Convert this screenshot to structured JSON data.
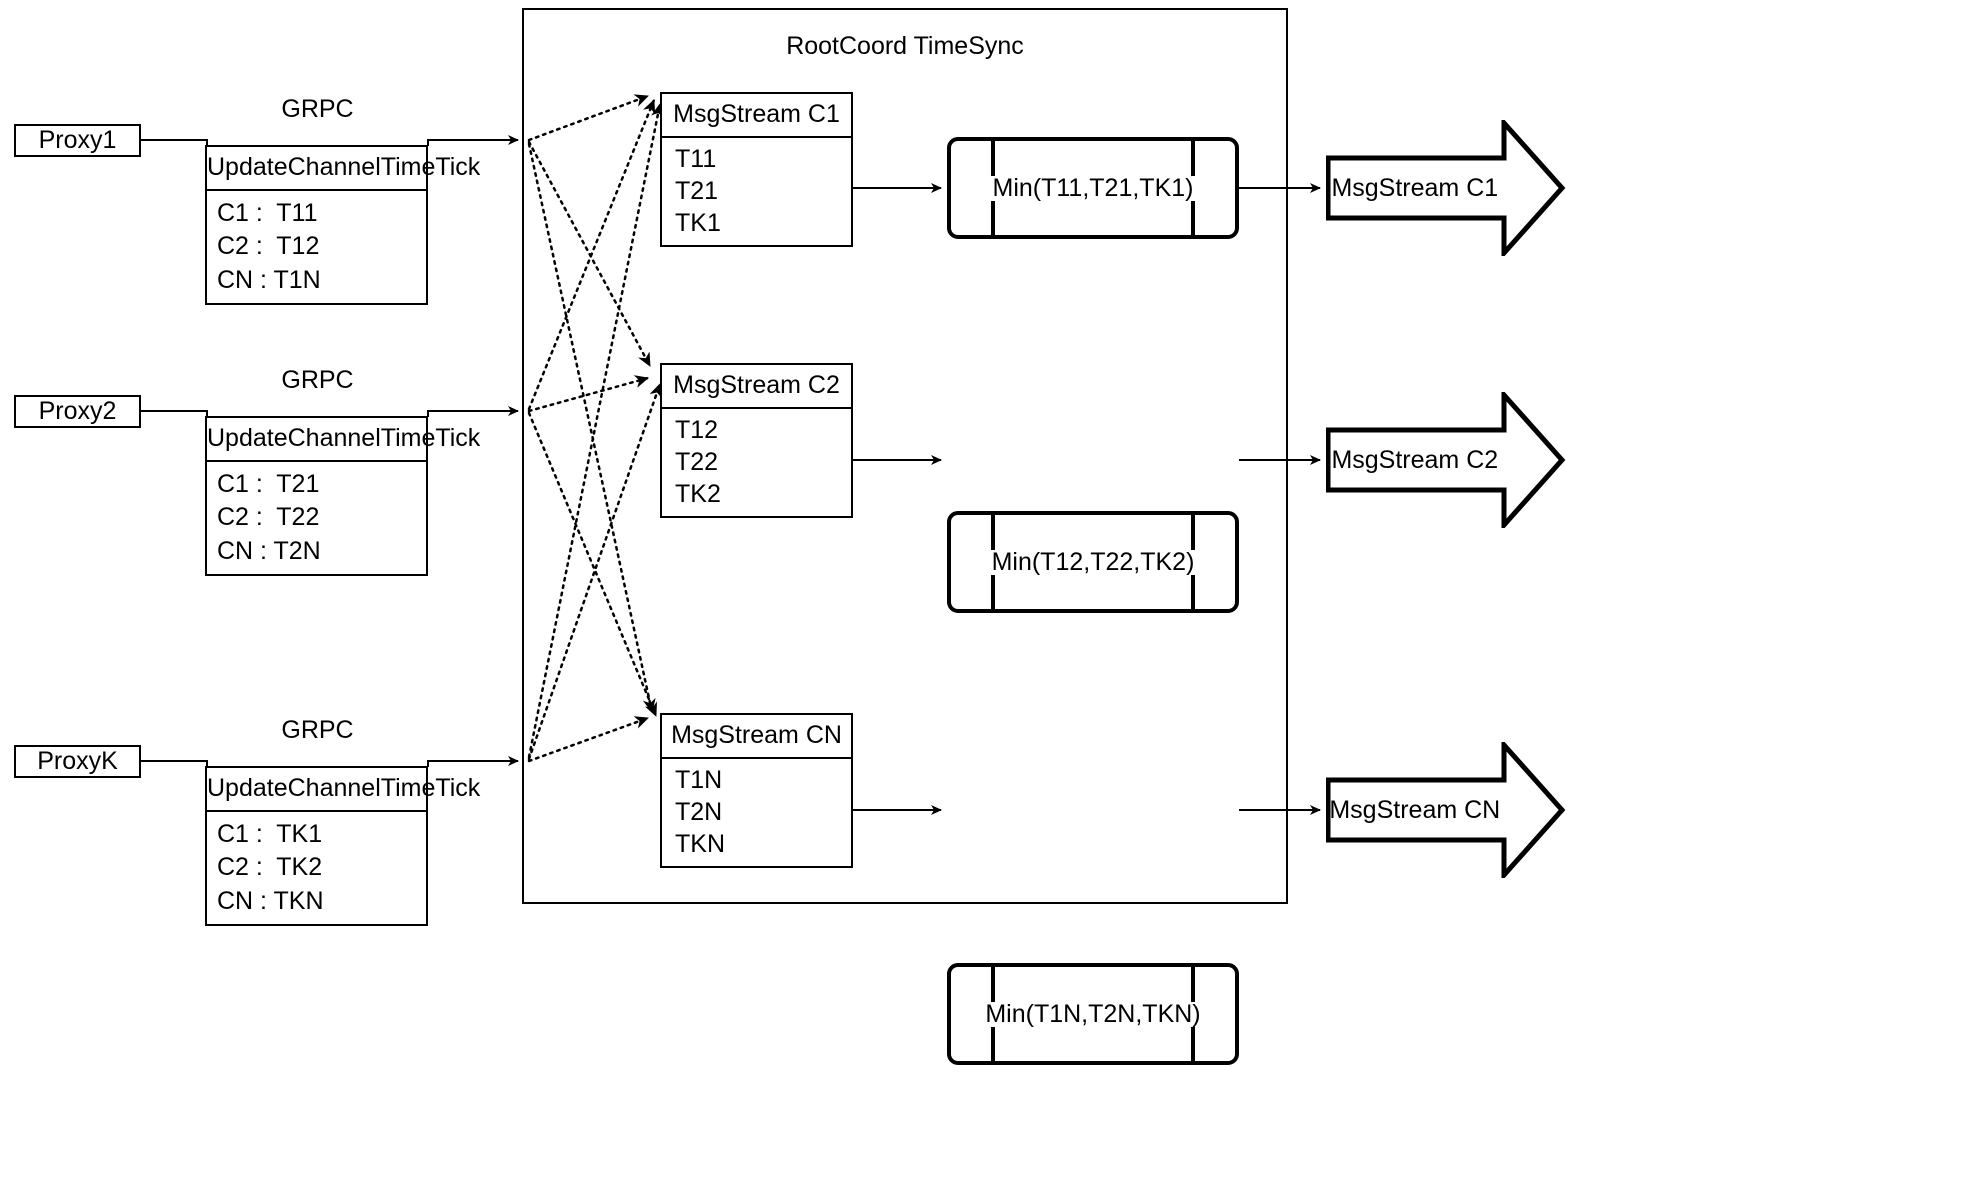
{
  "diagram": {
    "container_title": "RootCoord TimeSync",
    "grpc_label": "GRPC",
    "tick_title": "UpdateChannelTimeTick"
  },
  "proxies": [
    {
      "name": "Proxy1",
      "grpc": "GRPC",
      "tick_title": "UpdateChannelTimeTick",
      "rows": [
        "C1 :  T11",
        "C2 :  T12",
        "CN : T1N"
      ]
    },
    {
      "name": "Proxy2",
      "grpc": "GRPC",
      "tick_title": "UpdateChannelTimeTick",
      "rows": [
        "C1 :  T21",
        "C2 :  T22",
        "CN : T2N"
      ]
    },
    {
      "name": "ProxyK",
      "grpc": "GRPC",
      "tick_title": "UpdateChannelTimeTick",
      "rows": [
        "C1 :  TK1",
        "C2 :  TK2",
        "CN : TKN"
      ]
    }
  ],
  "channels": [
    {
      "stream_title": "MsgStream C1",
      "ticks": [
        "T11",
        "T21",
        "TK1"
      ],
      "min_label": "Min(T11,T21,TK1)",
      "output_label": "MsgStream C1"
    },
    {
      "stream_title": "MsgStream C2",
      "ticks": [
        "T12",
        "T22",
        "TK2"
      ],
      "min_label": "Min(T12,T22,TK2)",
      "output_label": "MsgStream C2"
    },
    {
      "stream_title": "MsgStream CN",
      "ticks": [
        "T1N",
        "T2N",
        "TKN"
      ],
      "min_label": "Min(T1N,T2N,TKN)",
      "output_label": "MsgStream CN"
    }
  ],
  "colors": {
    "stroke": "#000000",
    "background": "#ffffff"
  }
}
